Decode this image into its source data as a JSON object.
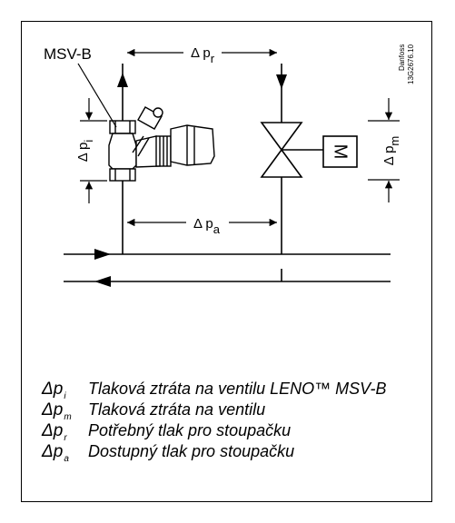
{
  "diagram": {
    "valve_label": "MSV-B",
    "motor_label": "M",
    "code_label": "Danfoss",
    "code_number": "13G2676.10",
    "dp_r_label": "Δ p",
    "dp_r_sub": "r",
    "dp_i_label": "Δ p",
    "dp_i_sub": "i",
    "dp_a_label": "Δ p",
    "dp_a_sub": "a",
    "dp_m_label": "Δ p",
    "dp_m_sub": "m"
  },
  "legend": [
    {
      "symbol": "Δp",
      "sub": "i",
      "text": "Tlaková ztráta na ventilu LENO™ MSV-B"
    },
    {
      "symbol": "Δp",
      "sub": "m",
      "text": "Tlaková ztráta na ventilu"
    },
    {
      "symbol": "Δp",
      "sub": "r",
      "text": "Potřebný tlak pro stoupačku"
    },
    {
      "symbol": "Δp",
      "sub": "a",
      "text": "Dostupný tlak pro stoupačku"
    }
  ]
}
